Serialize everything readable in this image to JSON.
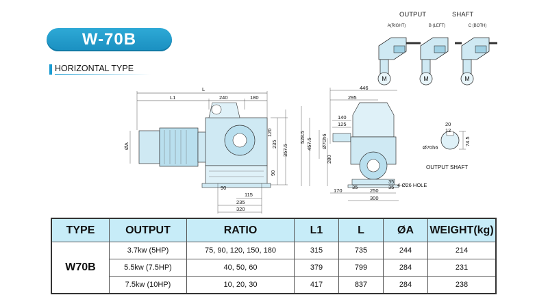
{
  "header": {
    "title": "W-70B",
    "subtitle": "HORIZONTAL TYPE"
  },
  "options": {
    "output_label": "OUTPUT",
    "shaft_label": "SHAFT",
    "items": [
      {
        "label": "A(RIGHT)",
        "motor": "M"
      },
      {
        "label": "B (LEFT)",
        "motor": "M"
      },
      {
        "label": "C (BOTH)",
        "motor": "M"
      }
    ]
  },
  "drawing_front": {
    "dims_top": [
      "L",
      "L1",
      "240",
      "180"
    ],
    "dims_side": [
      "ØA",
      "120",
      "235",
      "357.5",
      "90"
    ],
    "dims_bottom": [
      "90",
      "115",
      "235",
      "320"
    ]
  },
  "drawing_side": {
    "dims": [
      "446",
      "295",
      "140",
      "125",
      "Ø70h6",
      "457.5",
      "528.5",
      "280",
      "170",
      "35",
      "250",
      "300",
      "35",
      "35",
      "4-Ø26 HOLE"
    ]
  },
  "output_shaft": {
    "label": "OUTPUT SHAFT",
    "dims": [
      "20",
      "12",
      "Ø70h6",
      "74.5"
    ]
  },
  "table": {
    "headers": [
      "TYPE",
      "OUTPUT",
      "RATIO",
      "L1",
      "L",
      "ØA",
      "WEIGHT(kg)"
    ],
    "type": "W70B",
    "rows": [
      {
        "output": "3.7kw (5HP)",
        "ratio": "75, 90, 120, 150, 180",
        "l1": "315",
        "l": "735",
        "a": "244",
        "weight": "214"
      },
      {
        "output": "5.5kw (7.5HP)",
        "ratio": "40, 50, 60",
        "l1": "379",
        "l": "799",
        "a": "284",
        "weight": "231"
      },
      {
        "output": "7.5kw (10HP)",
        "ratio": "10, 20, 30",
        "l1": "417",
        "l": "837",
        "a": "284",
        "weight": "238"
      }
    ]
  },
  "colors": {
    "accent": "#1a9bd1",
    "header_bg": "#c7ecf8",
    "motor_fill": "#cfe9f3"
  }
}
